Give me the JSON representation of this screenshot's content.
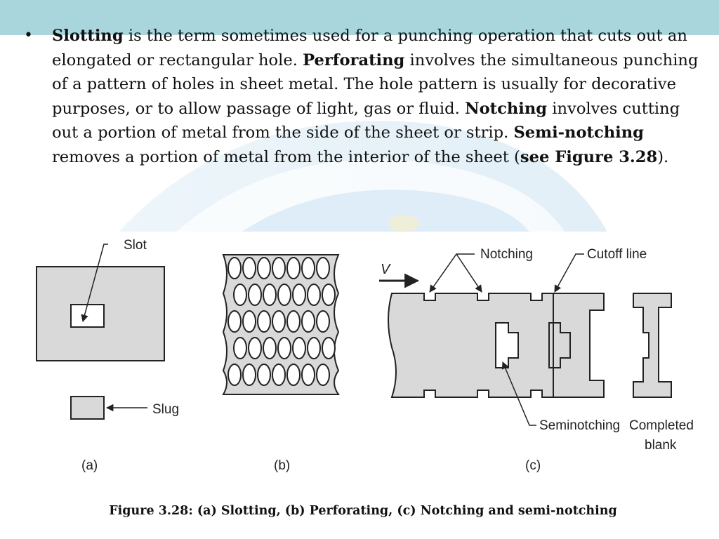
{
  "bullet_symbol": "•",
  "paragraph": {
    "t1_bold": "Slotting",
    "t2": " is the term sometimes used for a punching operation that cuts out an elongated or rectangular hole. ",
    "t3_bold": "Perforating",
    "t4": " involves the simultaneous punching of a pattern of holes in sheet metal. The hole pattern is usually for decorative purposes, or to allow passage of light, gas or fluid. ",
    "t5_bold": "Notching",
    "t6": " involves cutting out a portion of metal from the side of the sheet or strip. ",
    "t7_bold": "Semi-notching",
    "t8": " removes a portion of metal from the interior of the sheet (",
    "t9_bold": "see Figure 3.28",
    "t10": ")."
  },
  "figure": {
    "label_slot": "Slot",
    "label_slug": "Slug",
    "label_v": "V",
    "label_notching": "Notching",
    "label_cutoff": "Cutoff line",
    "label_seminotching": "Seminotching",
    "label_completed": "Completed",
    "label_blank": "blank",
    "panel_a": "(a)",
    "panel_b": "(b)",
    "panel_c": "(c)"
  },
  "caption": "Figure 3.28: (a) Slotting, (b) Perforating, (c) Notching and semi-notching",
  "colors": {
    "header_band": "#a9d6dc",
    "sheet_fill": "#d9d9d9",
    "outline": "#222222"
  }
}
